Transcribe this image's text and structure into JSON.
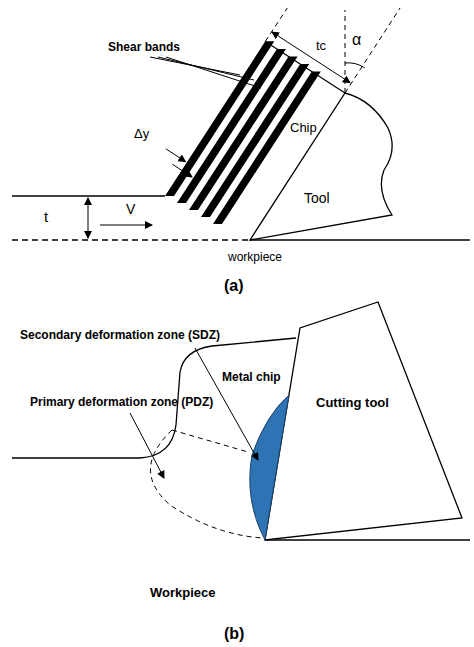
{
  "diagram": {
    "labels": [
      "Shear bands",
      "Δy",
      "tc",
      "α",
      "Chip",
      "t",
      "V",
      "Tool",
      "workpiece",
      "(a)",
      "Secondary deformation zone (SDZ)",
      "Primary deformation zone (PDZ)",
      "Metal chip",
      "Cutting tool",
      "Workpiece",
      "(b)"
    ]
  }
}
